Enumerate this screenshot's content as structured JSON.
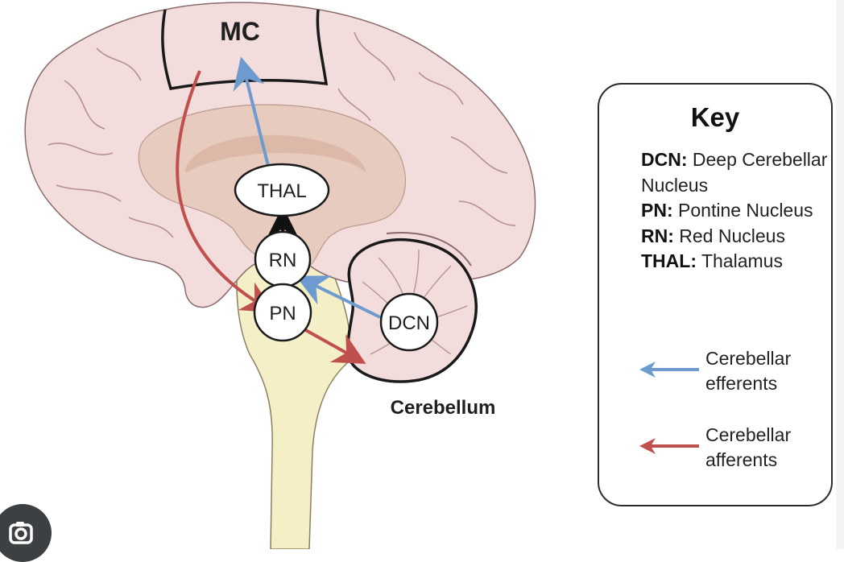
{
  "diagram": {
    "labels": {
      "mc": "MC",
      "thal": "THAL",
      "rn": "RN",
      "pn": "PN",
      "dcn": "DCN",
      "cerebellum": "Cerebellum"
    }
  },
  "key": {
    "title": "Key",
    "definitions": [
      {
        "abbr": "DCN:",
        "text": " Deep Cerebellar Nucleus"
      },
      {
        "abbr": "PN:",
        "text": " Pontine Nucleus"
      },
      {
        "abbr": "RN:",
        "text": " Red Nucleus"
      },
      {
        "abbr": "THAL:",
        "text": " Thalamus"
      }
    ],
    "legend": [
      {
        "label": "Cerebellar efferents",
        "color": "#6d9bcf"
      },
      {
        "label": "Cerebellar afferents",
        "color": "#c0504d"
      }
    ]
  },
  "colors": {
    "cortex": "#f3dcdc",
    "inner": "#e8cbbf",
    "inner_dark": "#dcb8a8",
    "brainstem": "#f5efc8",
    "efferent": "#6d9bcf",
    "afferent": "#c0504d",
    "outline": "#1a1a1a"
  },
  "icons": {
    "lens": "google-lens-icon"
  }
}
